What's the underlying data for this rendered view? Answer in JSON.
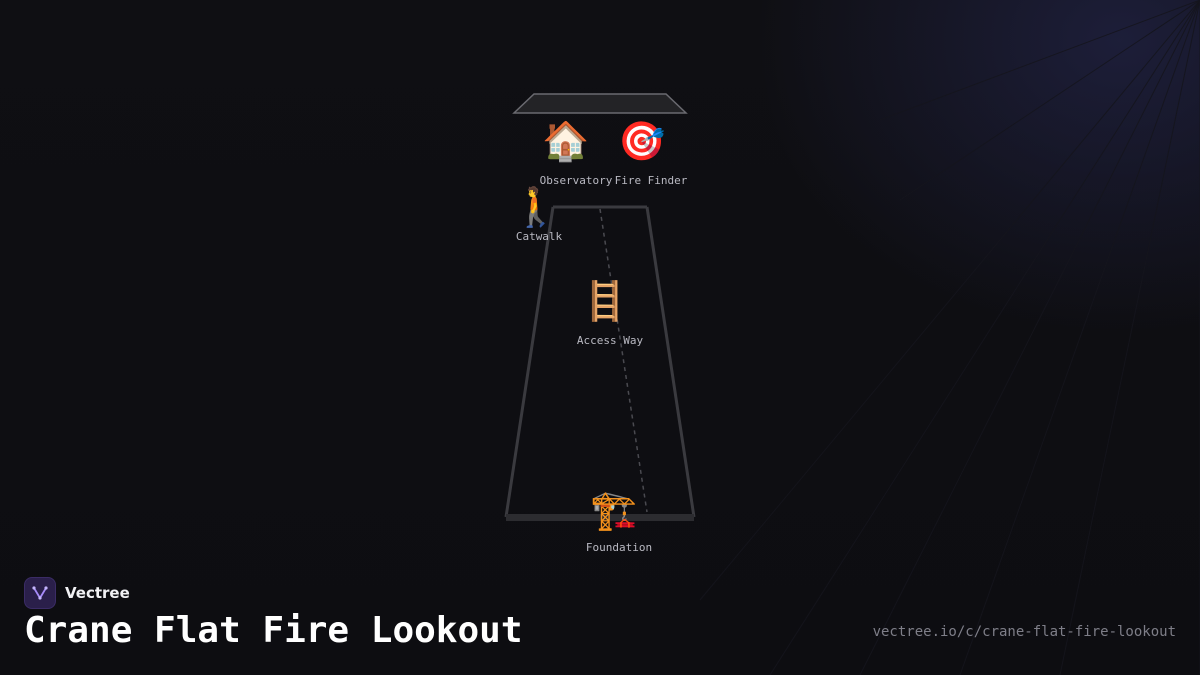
{
  "brand": {
    "name": "Vectree",
    "logo_icon": "vectree-logo-icon",
    "accent_color": "#8b5cf6"
  },
  "title": "Crane Flat Fire Lookout",
  "url": "vectree.io/c/crane-flat-fire-lookout",
  "diagram": {
    "nodes": [
      {
        "id": "observatory",
        "label": "Observatory",
        "icon": "house-icon",
        "glyph": "🏠"
      },
      {
        "id": "fire-finder",
        "label": "Fire Finder",
        "icon": "target-icon",
        "glyph": "🎯"
      },
      {
        "id": "catwalk",
        "label": "Catwalk",
        "icon": "walking-person-icon",
        "glyph": "🚶"
      },
      {
        "id": "access-way",
        "label": "Access Way",
        "icon": "ladder-icon",
        "glyph": "🪜"
      },
      {
        "id": "foundation",
        "label": "Foundation",
        "icon": "construction-crane-icon",
        "glyph": "🏗️"
      }
    ],
    "stroke_color": "#3a3a3f",
    "roof_fill": "#232326",
    "roof_stroke": "#6a6a70"
  }
}
